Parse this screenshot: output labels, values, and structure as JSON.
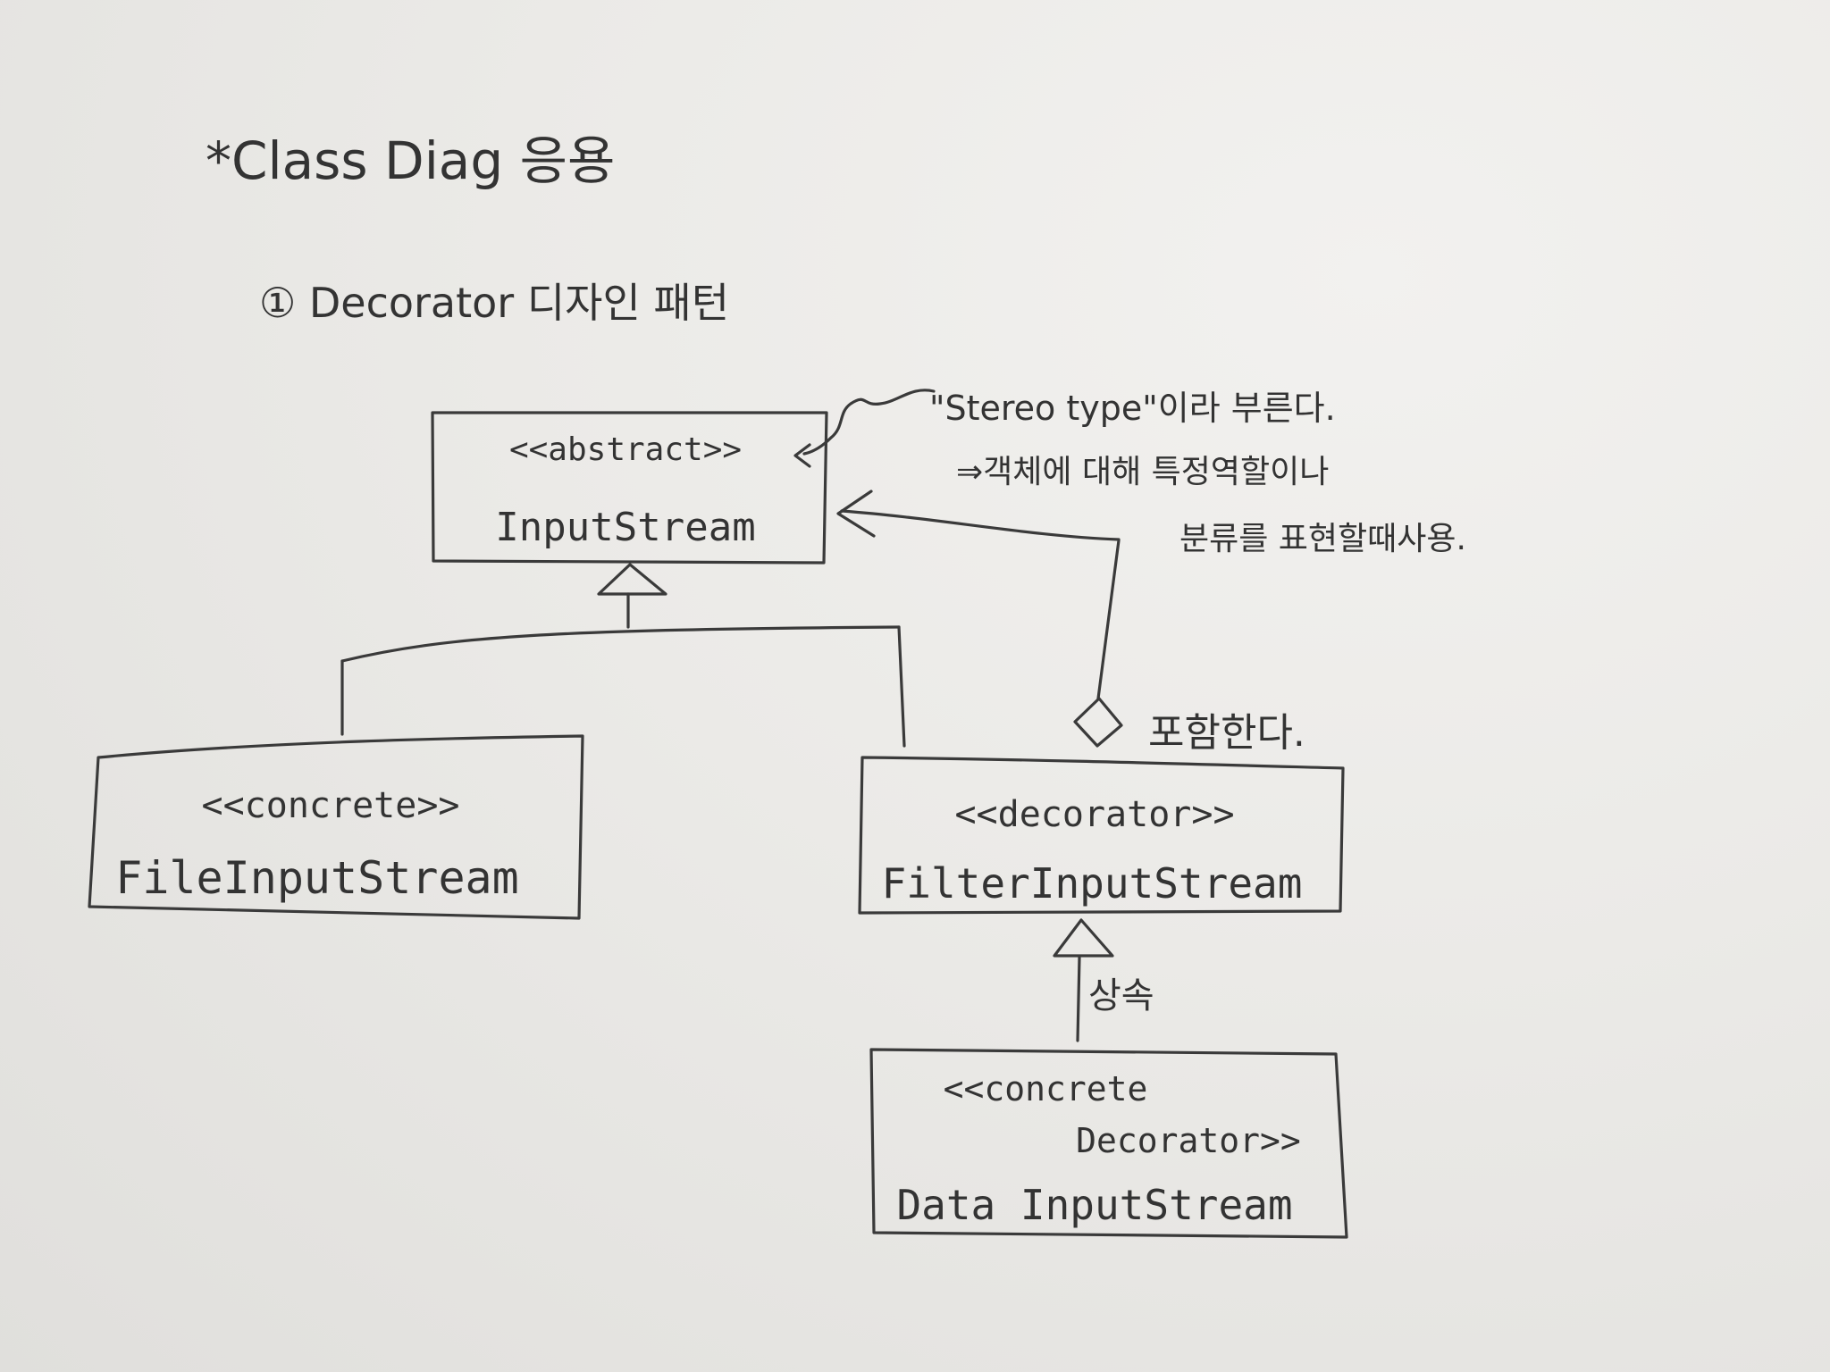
{
  "heading": {
    "title": "*Class Diag 응용",
    "subtitle": "① Decorator 디자인 패턴"
  },
  "note": {
    "line1": "\"Stereo type\"이라 부른다.",
    "line2": "⇒객체에 대해 특정역할이나",
    "line3": "분류를 표현할때사용."
  },
  "classes": {
    "input_stream": {
      "stereotype": "<<abstract>>",
      "name": "InputStream"
    },
    "file_input_stream": {
      "stereotype": "<<concrete>>",
      "name": "FileInputStream"
    },
    "filter_input_stream": {
      "stereotype": "<<decorator>>",
      "name": "FilterInputStream"
    },
    "data_input_stream": {
      "stereotype_line1": "<<concrete",
      "stereotype_line2": "Decorator>>",
      "name": "Data InputStream"
    }
  },
  "labels": {
    "composition": "포함한다.",
    "inheritance": "상속"
  }
}
